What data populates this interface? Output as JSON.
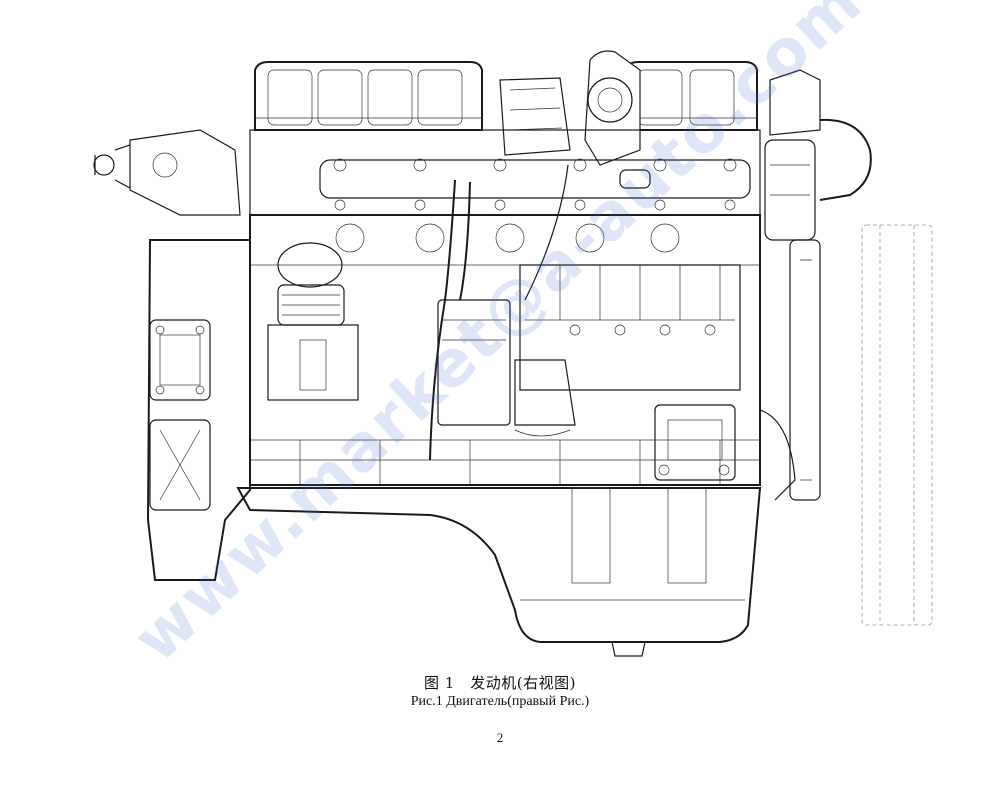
{
  "figure": {
    "caption_cn": "图 1　发动机(右视图)",
    "caption_ru": "Рис.1 Двигатель(правый Рис.)",
    "page_number": "2"
  },
  "watermark": {
    "text": "www.market@a-auto.com"
  }
}
